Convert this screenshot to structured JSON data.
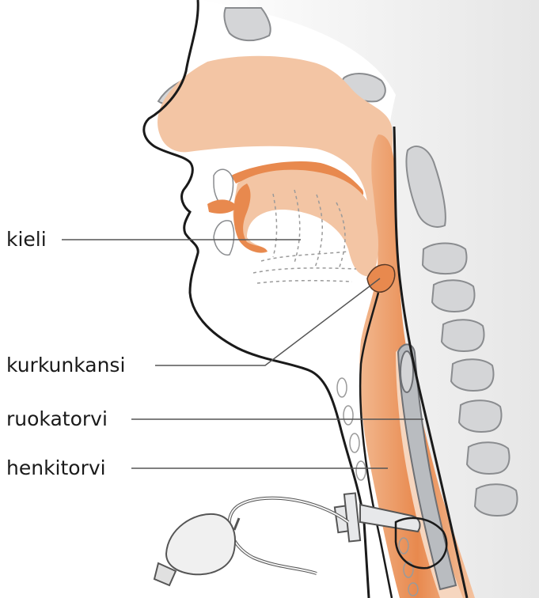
{
  "labels": {
    "tongue": "kieli",
    "epiglottis": "kurkunkansi",
    "esophagus": "ruokatorvi",
    "trachea": "henkitorvi"
  },
  "colors": {
    "orange_dark": "#e8894e",
    "orange_mid": "#f0a677",
    "peach": "#f6c9a8",
    "peach_light": "#fbe4d2",
    "bone": "#d4d5d7",
    "bone_stroke": "#8a8c8f",
    "outline": "#1a1a1a",
    "leader": "#555555"
  }
}
